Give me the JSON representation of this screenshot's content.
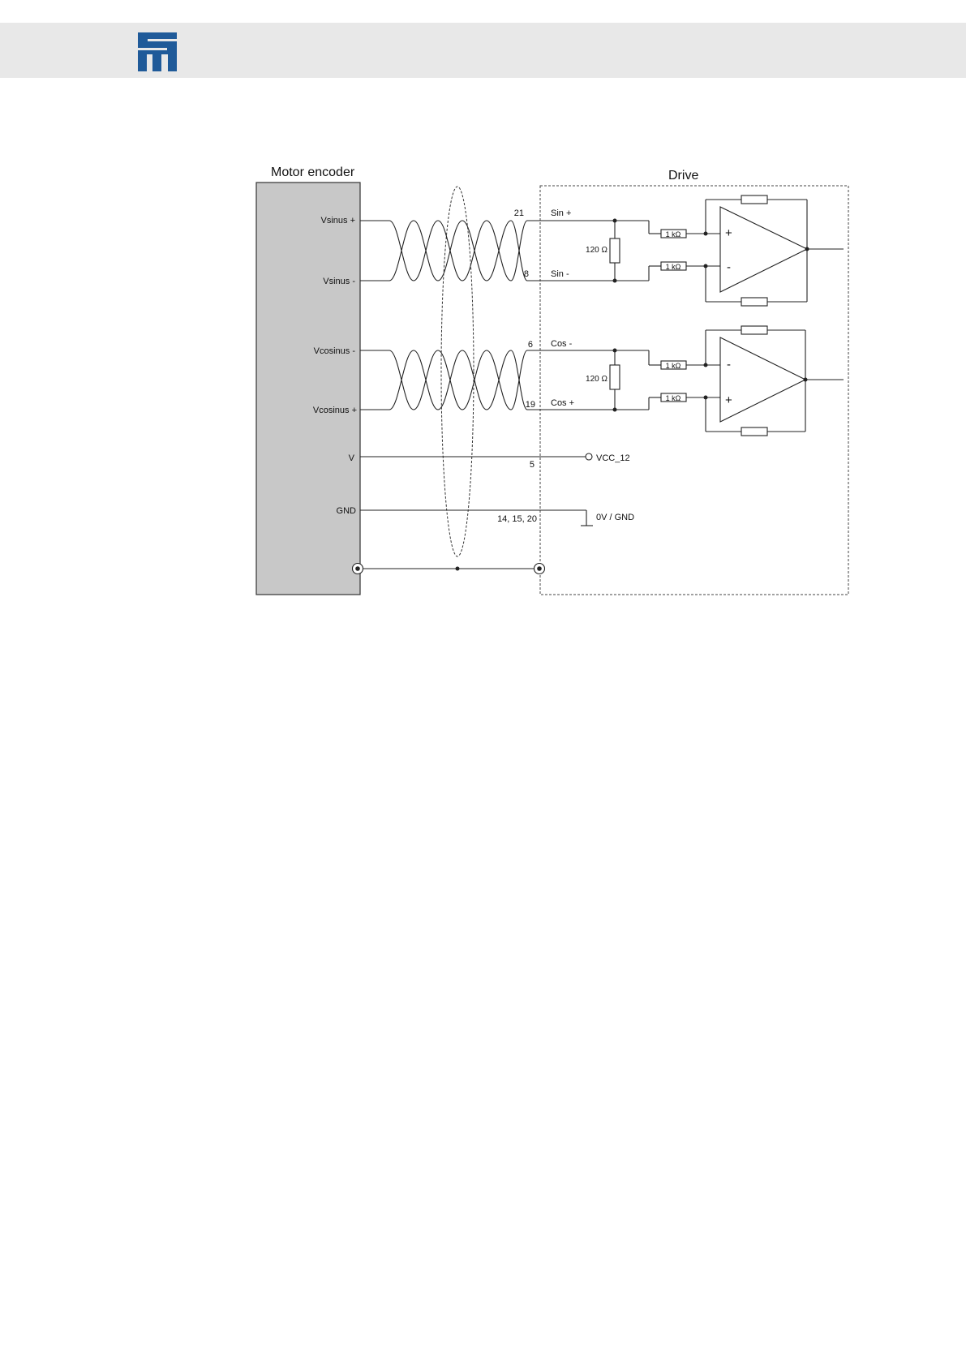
{
  "header": {
    "logo": "company-logo",
    "logo_color": "#1f5a99",
    "bar_color": "#e8e8e8"
  },
  "diagram": {
    "encoder_title": "Motor encoder",
    "drive_title": "Drive",
    "encoder_pins": {
      "vsin_plus": "Vsinus +",
      "vsin_minus": "Vsinus -",
      "vcos_minus": "Vcosinus -",
      "vcos_plus": "Vcosinus +",
      "v": "V",
      "gnd": "GND"
    },
    "pin_numbers": {
      "sin_plus": "21",
      "sin_minus": "8",
      "cos_minus": "6",
      "cos_plus": "19",
      "v": "5",
      "gnd": "14, 15, 20"
    },
    "signal_names": {
      "sin_plus": "Sin +",
      "sin_minus": "Sin -",
      "cos_minus": "Cos -",
      "cos_plus": "Cos +"
    },
    "resistors": {
      "termination": "120 Ω",
      "input": "1 kΩ"
    },
    "opamp_signs": {
      "plus": "+",
      "minus": "-"
    },
    "supply": {
      "vcc": "VCC_12",
      "ground": "0V / GND"
    },
    "encoder_fill": "#c8c8c8"
  }
}
